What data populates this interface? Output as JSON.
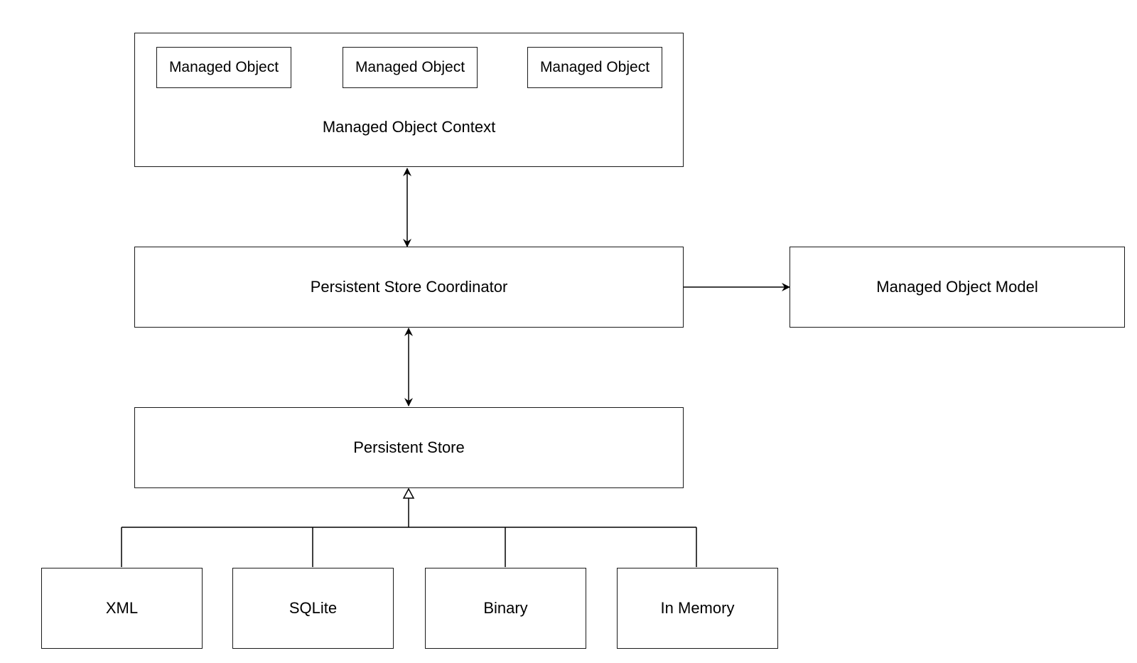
{
  "diagram": {
    "context": {
      "label": "Managed Object Context",
      "objects": [
        "Managed Object",
        "Managed Object",
        "Managed Object"
      ]
    },
    "coordinator": {
      "label": "Persistent Store Coordinator"
    },
    "model": {
      "label": "Managed Object Model"
    },
    "store": {
      "label": "Persistent Store"
    },
    "store_types": [
      "XML",
      "SQLite",
      "Binary",
      "In Memory"
    ]
  },
  "colors": {
    "stroke": "#1a1a1a",
    "background": "#ffffff",
    "text": "#000000"
  }
}
